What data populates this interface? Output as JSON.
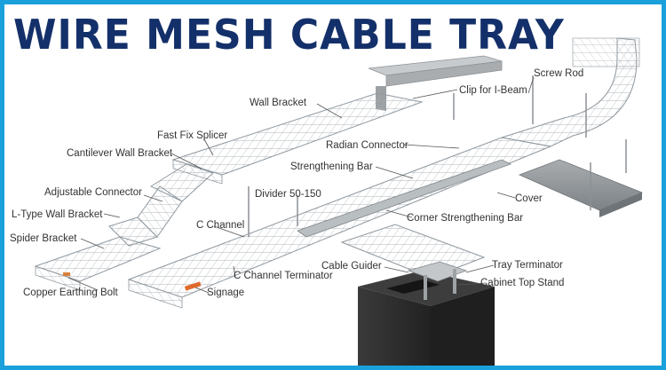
{
  "title": "WIRE MESH CABLE TRAY",
  "colors": {
    "border": "#1aa0da",
    "title": "#14306a",
    "wire": "#9aa3aa",
    "cover": "#8a8f93",
    "cabinet": "#2b2b2b",
    "signage": "#e06a2a"
  },
  "labels": {
    "wall_bracket": "Wall Bracket",
    "clip_for_i_beam": "Clip for I-Beam",
    "screw_rod": "Screw Rod",
    "fast_fix_splicer": "Fast Fix Splicer",
    "radian_connector": "Radian Connector",
    "cantilever_wall_bracket": "Cantilever Wall Bracket",
    "strengthening_bar": "Strengthening Bar",
    "adjustable_connector": "Adjustable Connector",
    "divider": "Divider 50-150",
    "cover": "Cover",
    "l_type_wall_bracket": "L-Type Wall Bracket",
    "c_channel": "C Channel",
    "corner_strengthening_bar": "Corner Strengthening Bar",
    "spider_bracket": "Spider Bracket",
    "cable_guider": "Cable Guider",
    "tray_terminator": "Tray Terminator",
    "c_channel_terminator": "C Channel Terminator",
    "cabinet_top_stand": "Cabinet Top Stand",
    "copper_earthing_bolt": "Copper Earthing Bolt",
    "signage": "Signage"
  }
}
